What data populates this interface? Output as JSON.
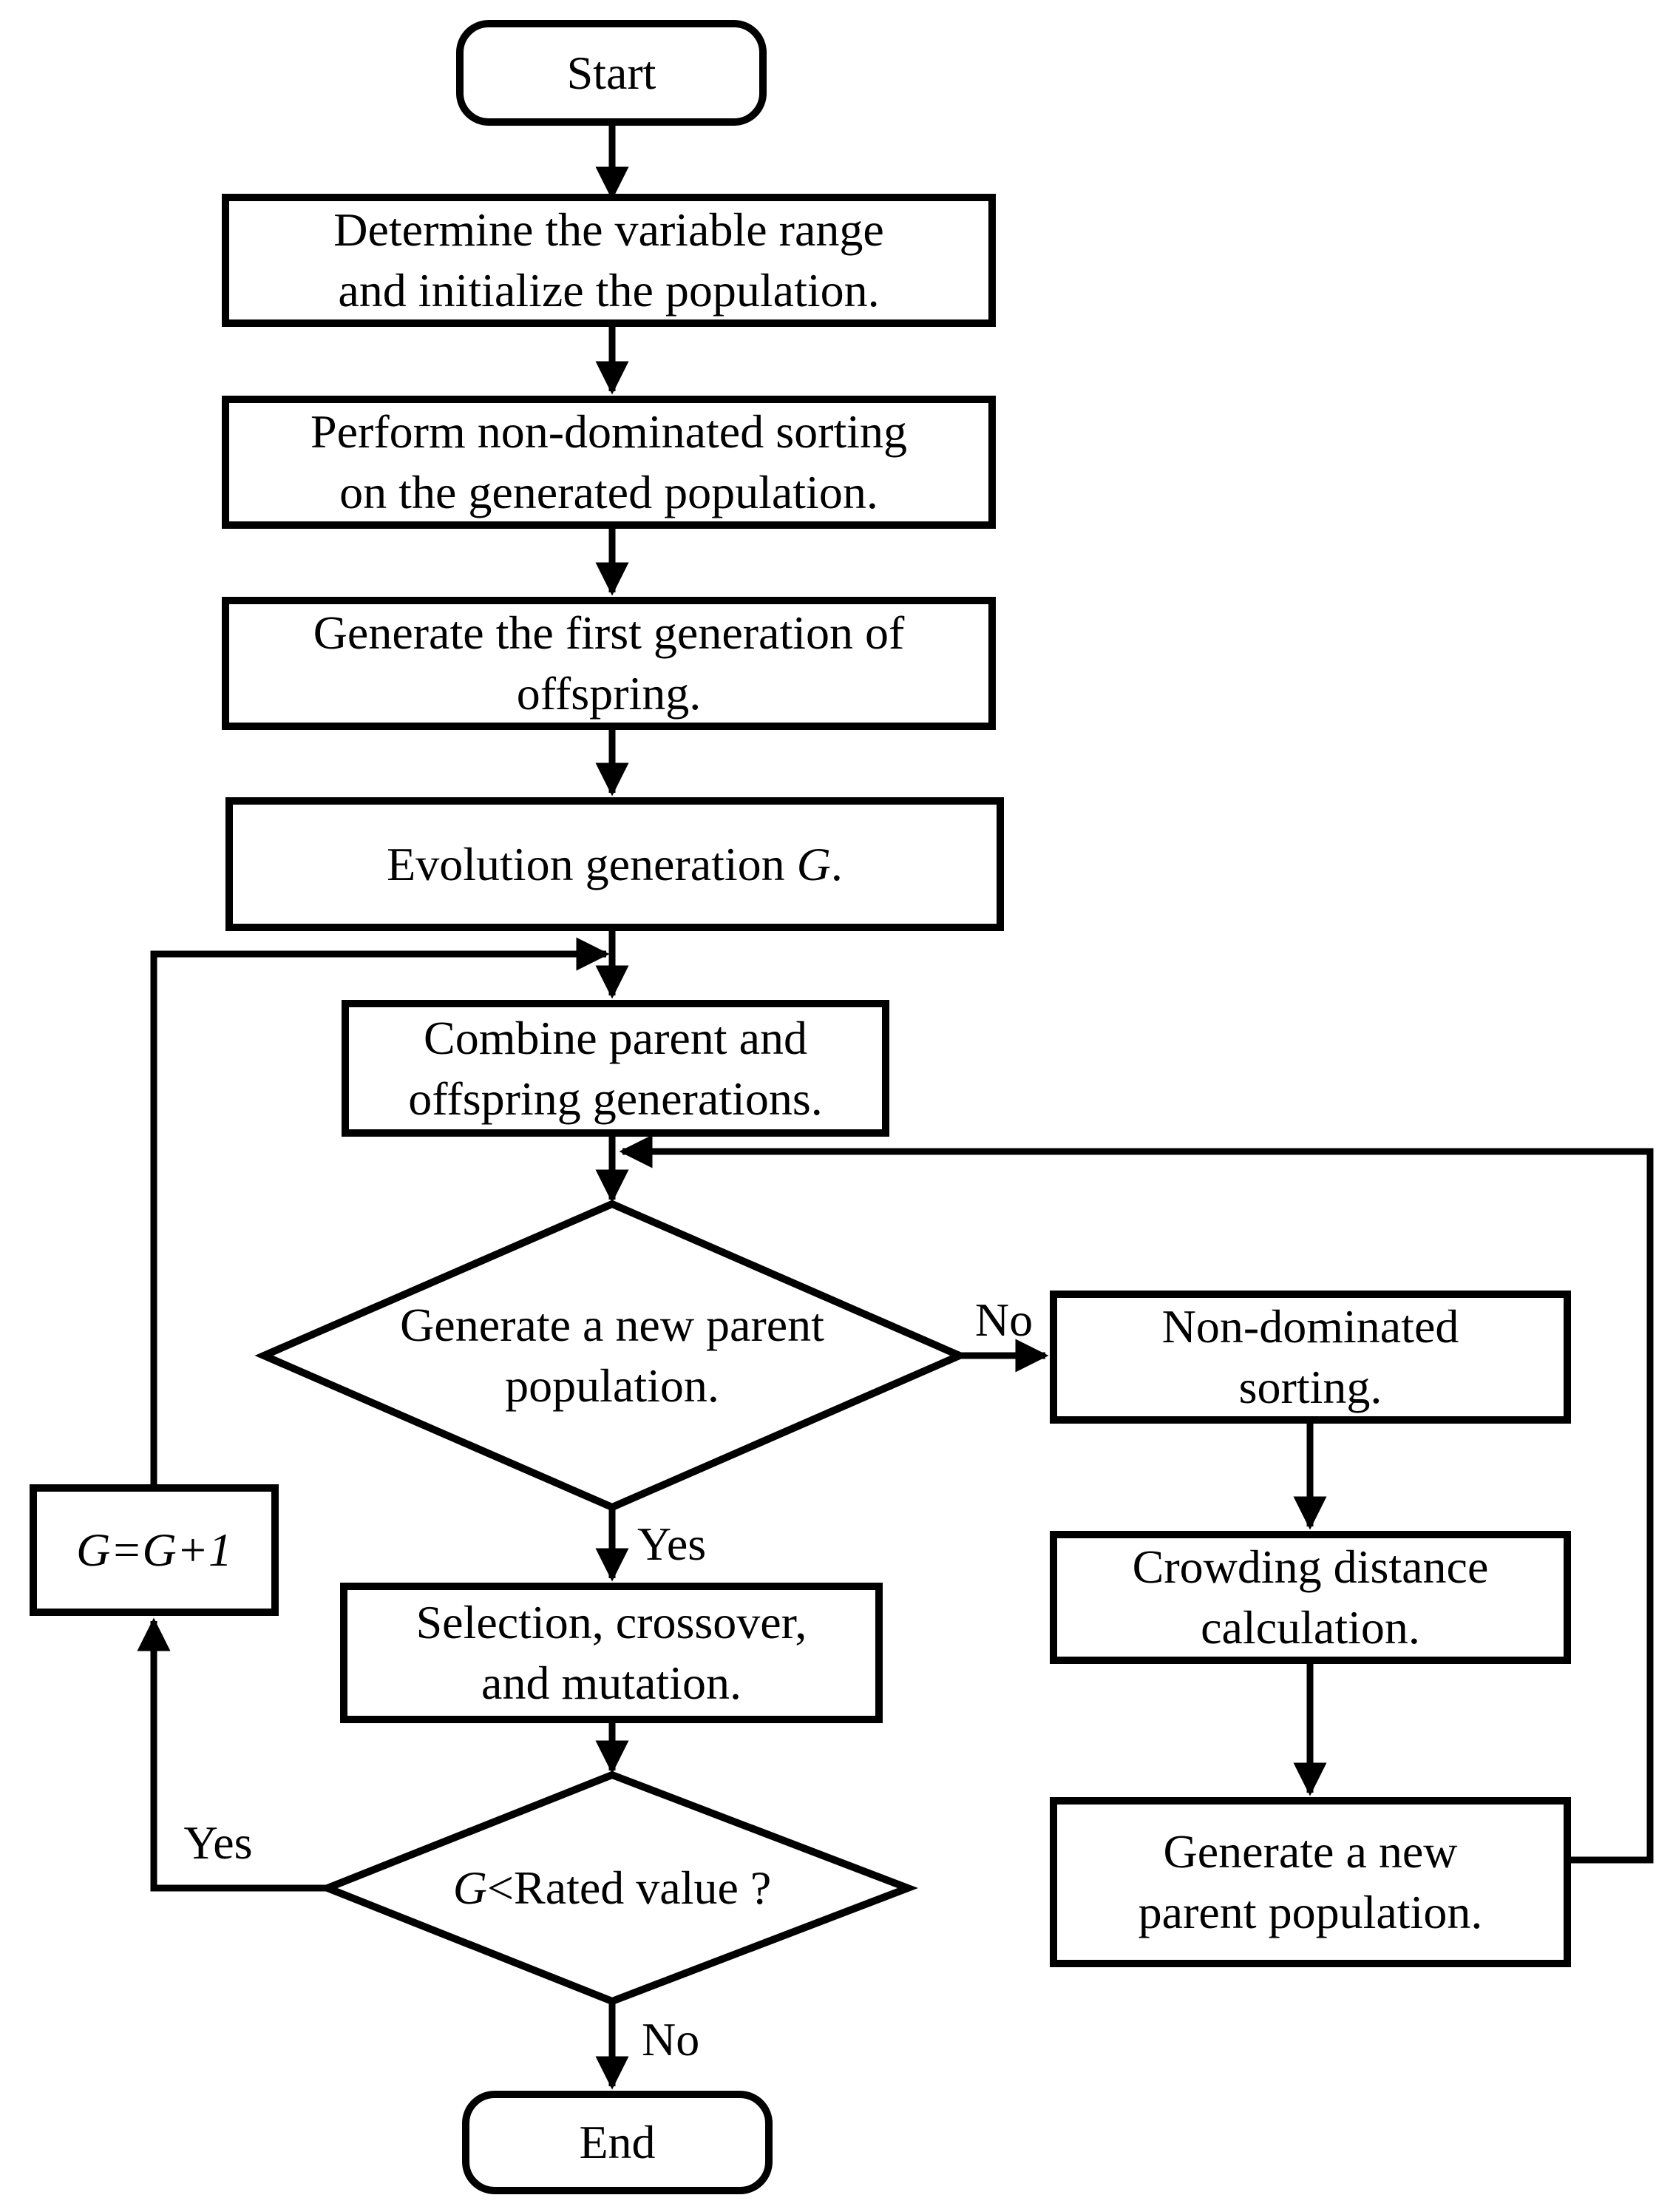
{
  "figure": {
    "type": "flowchart",
    "colors": {
      "ink": "#000000",
      "background": "#ffffff"
    }
  },
  "nodes": {
    "start": {
      "label": "Start"
    },
    "init": {
      "line1": "Determine the variable range",
      "line2": "and initialize the population."
    },
    "sort": {
      "line1": "Perform non-dominated sorting",
      "line2": "on the generated population."
    },
    "offspring": {
      "line1": "Generate the first generation of",
      "line2": "offspring."
    },
    "evolution": {
      "prefix": "Evolution generation ",
      "var": "G",
      "suffix": "."
    },
    "combine": {
      "line1": "Combine parent and",
      "line2": "offspring generations."
    },
    "decision_parent": {
      "line1": "Generate a new parent",
      "line2": "population."
    },
    "selection": {
      "line1": "Selection, crossover,",
      "line2": "and mutation."
    },
    "nondominated": {
      "line1": "Non-dominated",
      "line2": "sorting."
    },
    "crowding": {
      "line1": "Crowding distance",
      "line2": "calculation."
    },
    "newparent": {
      "line1": "Generate a new",
      "line2": "parent population."
    },
    "increment": {
      "label": "G=G+1"
    },
    "decision_rated": {
      "var": "G",
      "rest": "<Rated value ?"
    },
    "end": {
      "label": "End"
    }
  },
  "edge_labels": {
    "parent_decision_no": "No",
    "parent_decision_yes": "Yes",
    "rated_decision_yes": "Yes",
    "rated_decision_no": "No"
  }
}
